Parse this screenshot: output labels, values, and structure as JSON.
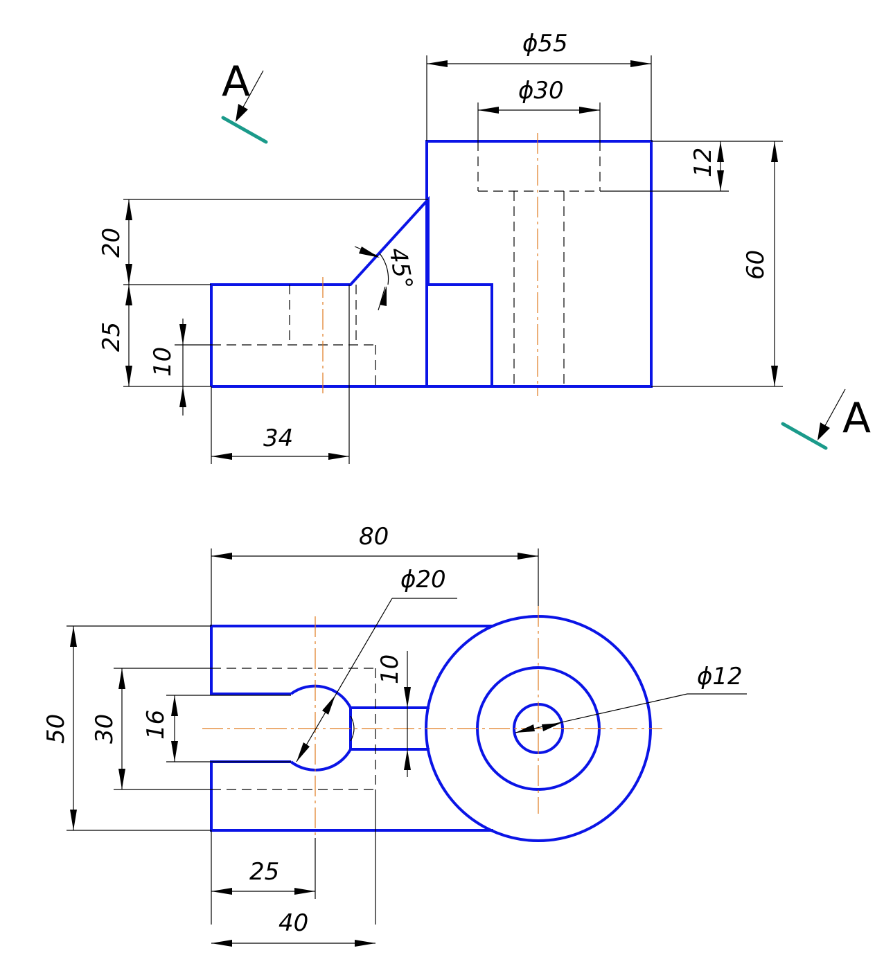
{
  "section": {
    "label_top": "A",
    "label_bottom": "A"
  },
  "front_view": {
    "dim_d55": "ϕ55",
    "dim_d30": "ϕ30",
    "dim_12": "12",
    "dim_60": "60",
    "dim_20": "20",
    "dim_25": "25",
    "dim_10": "10",
    "dim_34": "34",
    "dim_angle": "45°"
  },
  "top_view": {
    "dim_80": "80",
    "dim_d20": "ϕ20",
    "dim_10": "10",
    "dim_d12": "ϕ12",
    "dim_50": "50",
    "dim_30": "30",
    "dim_16": "16",
    "dim_25": "25",
    "dim_40": "40"
  },
  "colors": {
    "object_line": "#0a14e6",
    "center_line": "#e07a1e",
    "section_line": "#1a9a8a",
    "dimension_line": "#000000"
  }
}
